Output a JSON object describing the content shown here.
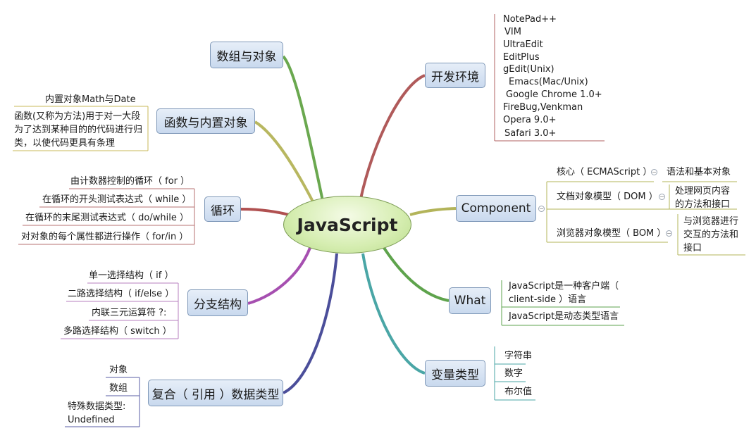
{
  "root": "JavaScript",
  "branches": {
    "arrays_objects": {
      "label": "数组与对象",
      "color": "#6aa84f"
    },
    "functions": {
      "label": "函数与内置对象",
      "color": "#b8b760",
      "items": [
        "内置对象Math与Date",
        "函数(又称为方法)用于对一大段为了达到某种目的的代码进行归类，以使代码更具有条理"
      ]
    },
    "loops": {
      "label": "循环",
      "color": "#b05050",
      "items": [
        "由计数器控制的循环（ for ）",
        "在循环的开头测试表达式（ while ）",
        "在循环的末尾测试表达式（ do/while ）",
        "对对象的每个属性都进行操作（ for/in ）"
      ]
    },
    "branching": {
      "label": "分支结构",
      "color": "#a64fb0",
      "items": [
        "单一选择结构（ if ）",
        "二路选择结构（ if/else ）",
        "内联三元运算符 ?:",
        "多路选择结构（ switch ）"
      ]
    },
    "composite": {
      "label": "复合（ 引用 ）数据类型",
      "color": "#4b4e9a",
      "items": [
        "对象",
        "数组",
        "特殊数据类型: Undefined"
      ]
    },
    "dev_env": {
      "label": "开发环境",
      "color": "#b05a5a",
      "items": [
        "NotePad++",
        "VIM",
        "UltraEdit",
        "EditPlus",
        "gEdit(Unix)",
        "Emacs(Mac/Unix)",
        "Google Chrome 1.0+",
        "FireBug,Venkman",
        "Opera 9.0+",
        "Safari 3.0+"
      ]
    },
    "component": {
      "label": "Component",
      "color": "#b3b45a",
      "items": [
        {
          "label": "核心（ ECMAScript ）",
          "detail": "语法和基本对象"
        },
        {
          "label": "文档对象模型（ DOM ）",
          "detail": "处理网页内容的方法和接口"
        },
        {
          "label": "浏览器对象模型（ BOM ）",
          "detail": "与浏览器进行交互的方法和接口"
        }
      ]
    },
    "what": {
      "label": "What",
      "color": "#5ea34c",
      "items": [
        "JavaScript是一种客户端（ client-side ）语言",
        "JavaScript是动态类型语言"
      ]
    },
    "var_types": {
      "label": "变量类型",
      "color": "#4aa6a6",
      "items": [
        "字符串",
        "数字",
        "布尔值"
      ]
    }
  },
  "collapse_symbol": "−"
}
